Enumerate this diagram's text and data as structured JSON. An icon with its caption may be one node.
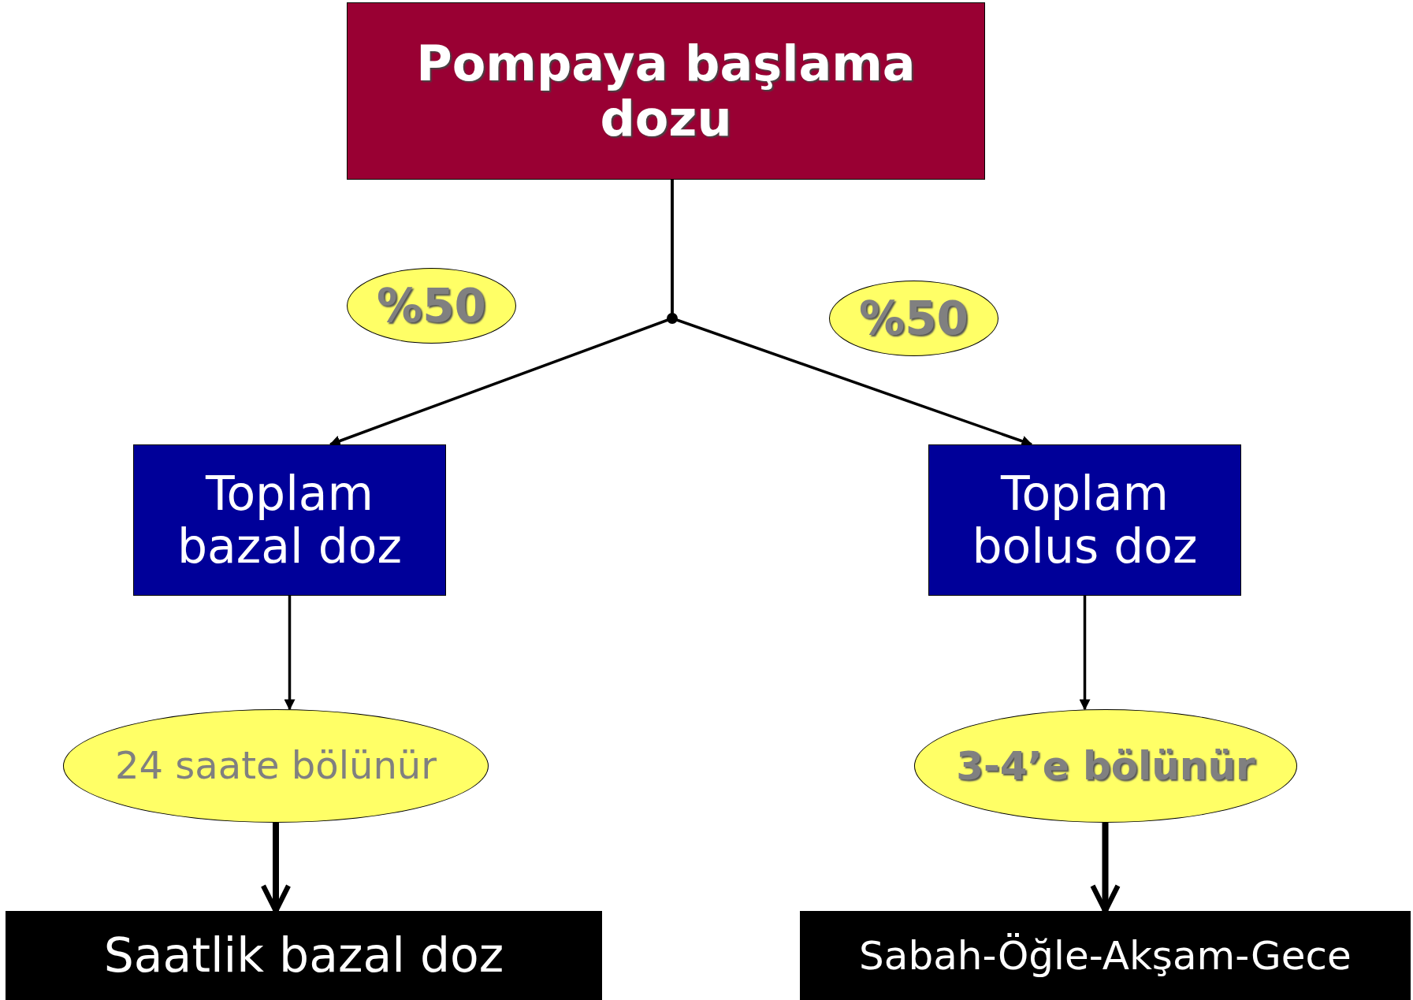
{
  "diagram": {
    "nodes": [
      {
        "text": [
          "Pompaya başlama dozu"
        ]
      },
      {
        "text": [
          "%50"
        ]
      },
      {
        "text": [
          "%50"
        ]
      },
      {
        "text": [
          "Toplam bazal doz"
        ]
      },
      {
        "text": [
          "Toplam bolus doz"
        ]
      },
      {
        "text": [
          "24 saate bölünür"
        ]
      },
      {
        "text": [
          "3-4’e bölünür"
        ]
      },
      {
        "text": [
          "Saatlik bazal doz"
        ]
      },
      {
        "text": [
          "Sabah-Öğle-Akşam-Gece"
        ]
      }
    ],
    "edges": [
      {
        "from": 0,
        "to": 3,
        "arrow": "to"
      },
      {
        "from": 0,
        "to": 4,
        "arrow": "to"
      },
      {
        "from": 3,
        "to": 5,
        "arrow": "to"
      },
      {
        "from": 4,
        "to": 6,
        "arrow": "to"
      },
      {
        "from": 5,
        "to": 7,
        "arrow": "to",
        "style": "thick"
      },
      {
        "from": 6,
        "to": 8,
        "arrow": "to",
        "style": "thick"
      }
    ]
  }
}
